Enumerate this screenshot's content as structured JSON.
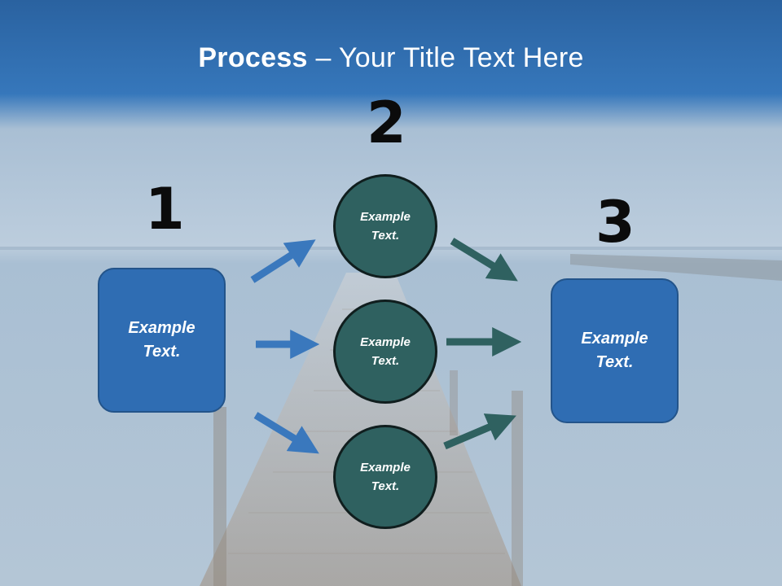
{
  "title": {
    "bold": "Process",
    "rest": " – Your Title Text Here"
  },
  "steps": {
    "one": "1",
    "two": "2",
    "three": "3"
  },
  "box_left": {
    "line1": "Example",
    "line2": "Text."
  },
  "box_right": {
    "line1": "Example",
    "line2": "Text."
  },
  "circles": [
    {
      "line1": "Example",
      "line2": "Text."
    },
    {
      "line1": "Example",
      "line2": "Text."
    },
    {
      "line1": "Example",
      "line2": "Text."
    }
  ],
  "colors": {
    "box": "#2f6db3",
    "circle": "#2f6160",
    "arrow_blue": "#3a78bd",
    "arrow_teal": "#2f6160"
  }
}
